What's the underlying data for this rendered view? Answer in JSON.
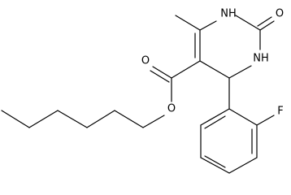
{
  "molecule": {
    "atom_labels": {
      "nh_top": "NH",
      "nh_bottom": "NH",
      "carbonyl_oxygen": "O",
      "ester_carbonyl_oxygen": "O",
      "ester_oxygen": "O",
      "fluorine": "F"
    }
  }
}
